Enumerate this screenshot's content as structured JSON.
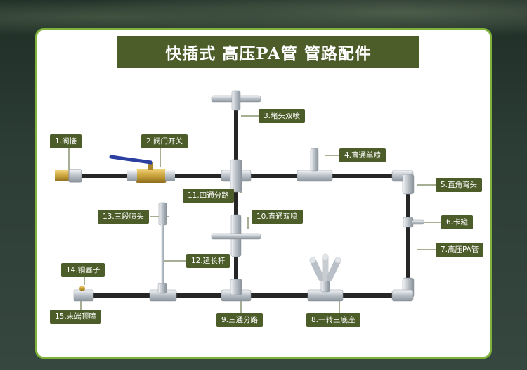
{
  "title": "快插式 高压PA管 管路配件",
  "colors": {
    "frame": "#7fb23a",
    "label_bg": "#4d5d2a",
    "pipe": "#2a2a2a",
    "metal": "#c8cdd2",
    "brass": "#c9a23a",
    "valve_handle": "#2a3fa0"
  },
  "labels": [
    {
      "id": "l1",
      "text": "1.阀接"
    },
    {
      "id": "l2",
      "text": "2.阀门开关"
    },
    {
      "id": "l3",
      "text": "3.堵头双喷"
    },
    {
      "id": "l4",
      "text": "4.直通单喷"
    },
    {
      "id": "l5",
      "text": "5.直角弯头"
    },
    {
      "id": "l6",
      "text": "6.卡箍"
    },
    {
      "id": "l7",
      "text": "7.高压PA管"
    },
    {
      "id": "l8",
      "text": "8.一转三底座"
    },
    {
      "id": "l9",
      "text": "9.三通分路"
    },
    {
      "id": "l10",
      "text": "10.直通双喷"
    },
    {
      "id": "l11",
      "text": "11.四通分路"
    },
    {
      "id": "l12",
      "text": "12.延长杆"
    },
    {
      "id": "l13",
      "text": "13.三段喷头"
    },
    {
      "id": "l14",
      "text": "14.铜塞子"
    },
    {
      "id": "l15",
      "text": "15.末端顶喷"
    }
  ]
}
